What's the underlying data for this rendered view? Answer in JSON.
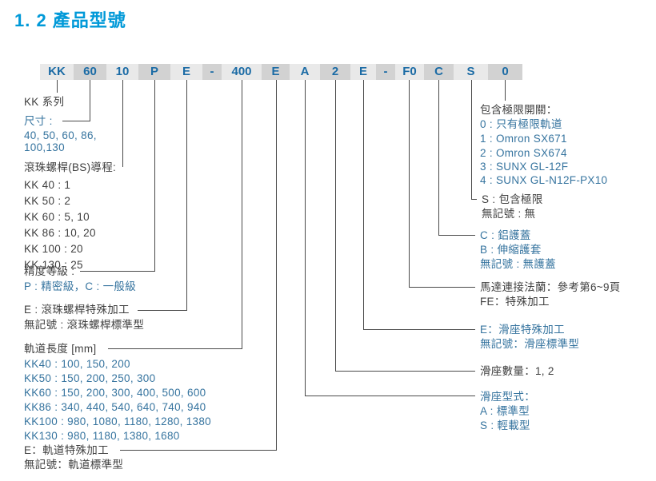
{
  "title": "1. 2 產品型號",
  "colors": {
    "heading_accent": "#0099d8",
    "code_text": "#1b6ba5",
    "blue_text": "#36749f",
    "dark_text": "#404040",
    "segment_light": "#e9e9e9",
    "segment_dark": "#d2d2d2"
  },
  "code": {
    "segments": [
      "KK",
      "60",
      "10",
      "P",
      "E",
      "-",
      "400",
      "E",
      "A",
      "2",
      "E",
      "-",
      "F0",
      "C",
      "S",
      "0"
    ]
  },
  "left": {
    "series": "KK 系列",
    "size": {
      "title": "尺寸 :",
      "l1": "40, 50, 60, 86,",
      "l2": "100,130"
    },
    "lead": {
      "title": "滾珠螺桿(BS)導程:",
      "i0": "KK 40 : 1",
      "i1": "KK 50 : 2",
      "i2": "KK 60 :  5, 10",
      "i3": "KK 86 :  10, 20",
      "i4": "KK 100 :  20",
      "i5": "KK 130 :  25"
    },
    "accuracy": {
      "title": "精度等級 :",
      "l1": "P : 精密級，C : 一般級"
    },
    "bs_special": {
      "l1": "E : 滾珠螺桿特殊加工",
      "l2": "無記號 : 滾珠螺桿標準型"
    },
    "rail_length": {
      "title": "軌道長度 [mm]",
      "i0": "KK40 : 100, 150, 200",
      "i1": "KK50 : 150, 200, 250, 300",
      "i2": "KK60 : 150, 200, 300,  400,  500, 600",
      "i3": "KK86 : 340, 440, 540, 640, 740, 940",
      "i4": "KK100 : 980, 1080, 1180, 1280, 1380",
      "i5": "KK130 : 980, 1180, 1380, 1680"
    },
    "rail_special": {
      "l1": "E：軌道特殊加工",
      "l2": "無記號：軌道標準型"
    }
  },
  "right": {
    "limit_switch": {
      "title": "包含極限開關：",
      "i0": "0 : 只有極限軌道",
      "i1": "1 : Omron SX671",
      "i2": "2 : Omron SX674",
      "i3": "3 : SUNX GL-12F",
      "i4": "4 : SUNX GL-N12F-PX10"
    },
    "limit": {
      "l1": "S : 包含極限",
      "l2": "無記號 : 無"
    },
    "cover": {
      "l1": "C : 鋁護蓋",
      "l2": "B : 伸縮護套",
      "l3": "無記號 : 無護蓋"
    },
    "flange": {
      "l1": "馬達連接法蘭：參考第6~9頁",
      "l2": "FE：特殊加工"
    },
    "slide_special": {
      "l1": "E：滑座特殊加工",
      "l2": "無記號：滑座標準型"
    },
    "slide_count": {
      "l1": "滑座數量：1, 2"
    },
    "slide_type": {
      "title": "滑座型式：",
      "l1": "A : 標準型",
      "l2": "S : 輕載型"
    }
  }
}
